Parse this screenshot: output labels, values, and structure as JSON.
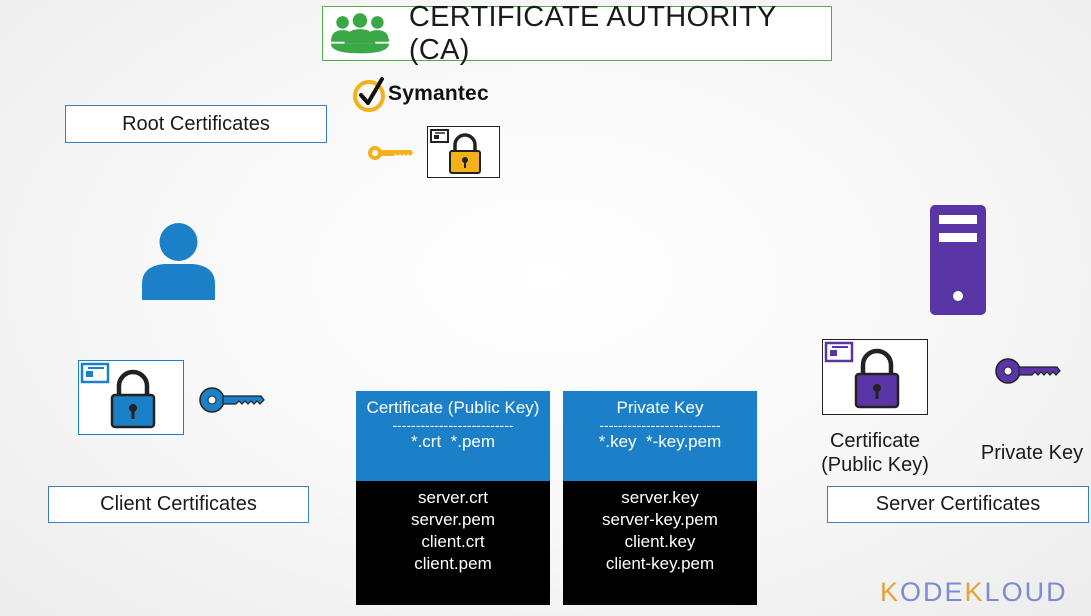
{
  "header": {
    "title": "CERTIFICATE AUTHORITY (CA)",
    "icon": "group-icon",
    "accent": "#3aa845"
  },
  "ca_brand": {
    "name": "Symantec",
    "logo": "symantec-check-icon"
  },
  "labels": {
    "root": "Root Certificates",
    "client": "Client Certificates",
    "server": "Server Certificates"
  },
  "certificate_column": {
    "title": "Certificate (Public Key)",
    "divider": "--------------------------",
    "extensions": "*.crt  *.pem",
    "files": [
      "server.crt",
      "server.pem",
      "client.crt",
      "client.pem"
    ]
  },
  "key_column": {
    "title": "Private Key",
    "divider": "--------------------------",
    "extensions": "*.key  *-key.pem",
    "files": [
      "server.key",
      "server-key.pem",
      "client.key",
      "client-key.pem"
    ]
  },
  "server_captions": {
    "certificate_line1": "Certificate",
    "certificate_line2": "(Public Key)",
    "private_key": "Private Key"
  },
  "colors": {
    "client_blue": "#1b80c7",
    "server_purple": "#5a35a6",
    "ca_gold": "#f3b21c",
    "header_blue": "#1b80c7"
  },
  "watermark": {
    "part1": "K",
    "part2": "ODE",
    "part3": "K",
    "part4": "LOUD"
  }
}
